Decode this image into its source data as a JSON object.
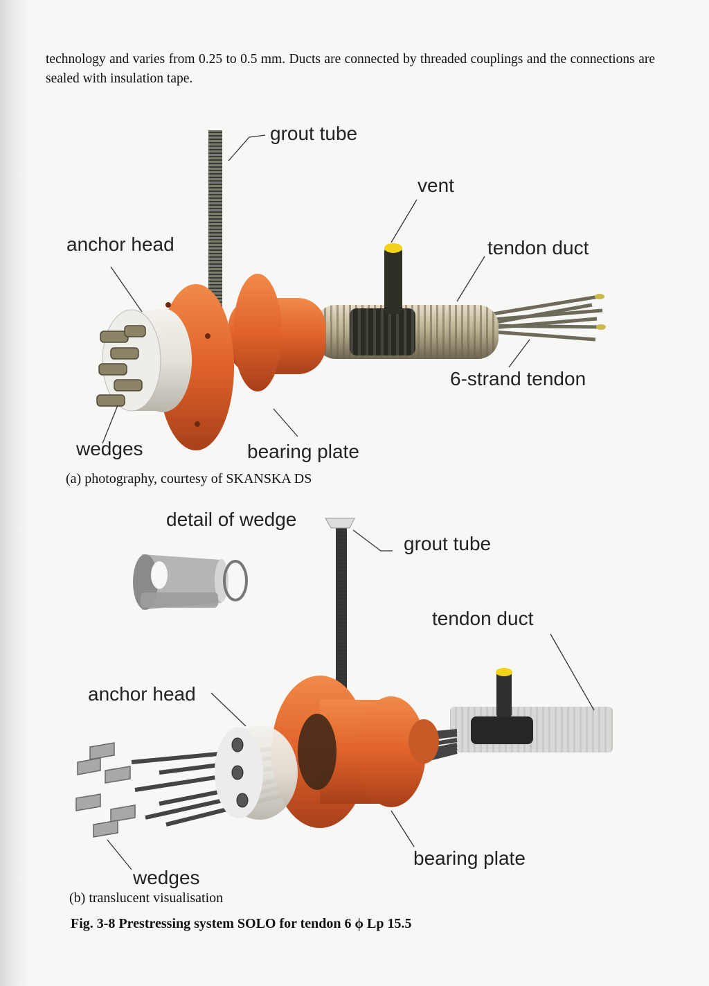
{
  "intro_text": "technology and varies from 0.25 to 0.5 mm. Ducts are connected by threaded couplings and the connections are sealed with insulation tape.",
  "figure_a": {
    "labels": {
      "grout_tube": "grout tube",
      "vent": "vent",
      "anchor_head": "anchor head",
      "tendon_duct": "tendon duct",
      "strand_tendon": "6-strand tendon",
      "wedges": "wedges",
      "bearing_plate": "bearing plate"
    },
    "caption": "(a) photography, courtesy of SKANSKA DS"
  },
  "figure_b": {
    "labels": {
      "detail_of_wedge": "detail of wedge",
      "grout_tube": "grout tube",
      "tendon_duct": "tendon duct",
      "anchor_head": "anchor head",
      "bearing_plate": "bearing plate",
      "wedges": "wedges"
    },
    "caption": "(b) translucent visualisation"
  },
  "figure_caption": "Fig. 3-8 Prestressing system SOLO for tendon 6 ϕ Lp 15.5",
  "colors": {
    "bearing_plate": "#e0622a",
    "anchor_head": "#e4e1da",
    "duct_metal": "#b7ad8e",
    "vent_cap": "#f2d31a",
    "page": "#f7f7f5"
  }
}
